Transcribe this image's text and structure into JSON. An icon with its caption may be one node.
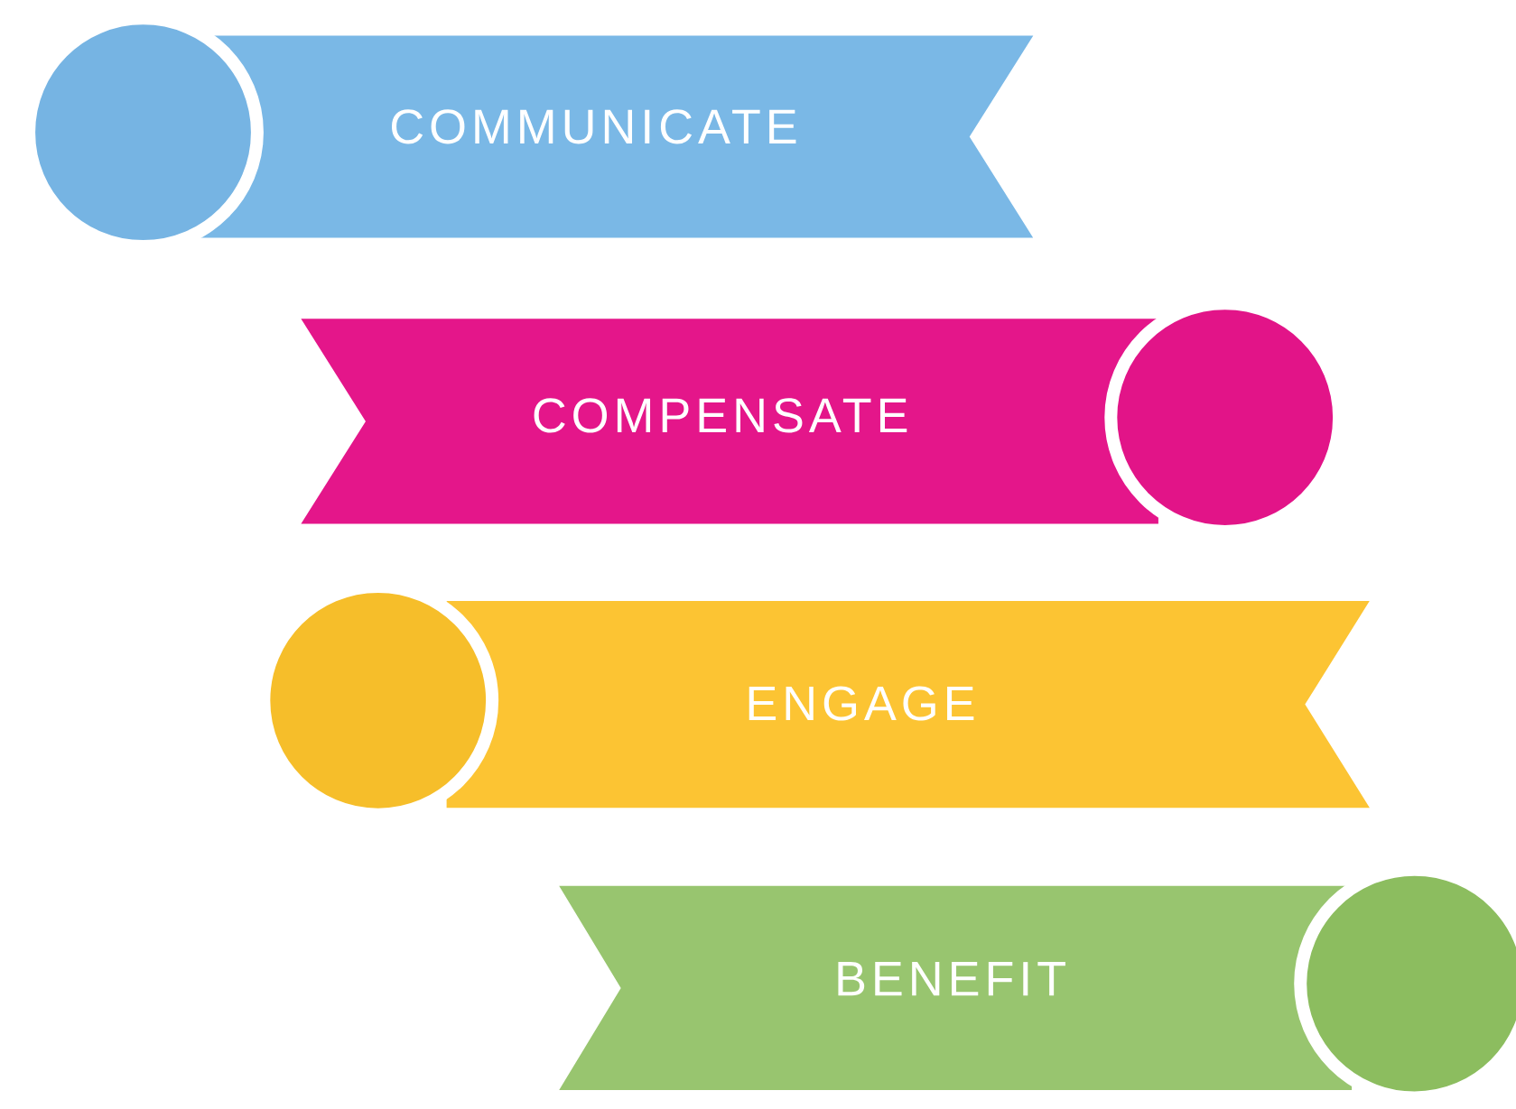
{
  "diagram": {
    "nodes": [
      {
        "text": [
          "COMMUNICATE"
        ]
      },
      {
        "text": [
          "COMPENSATE"
        ]
      },
      {
        "text": [
          "ENGAGE"
        ]
      },
      {
        "text": [
          "BENEFIT"
        ]
      }
    ]
  }
}
